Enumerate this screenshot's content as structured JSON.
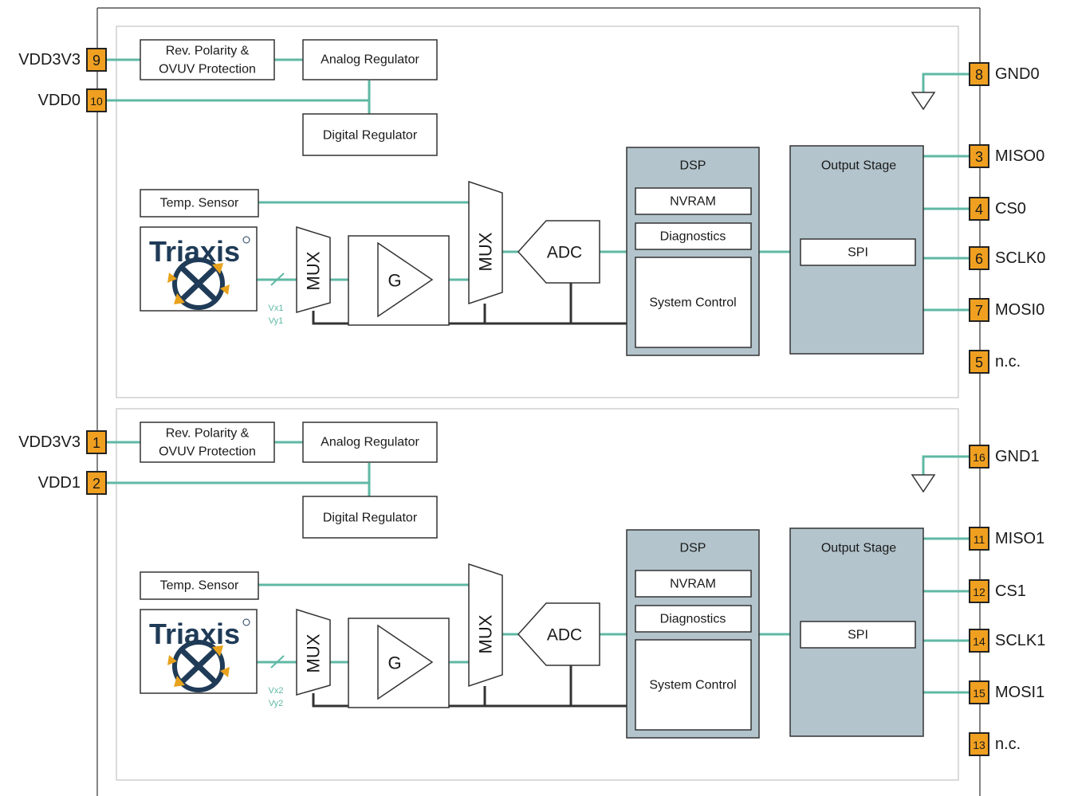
{
  "colors": {
    "wire": "#5fb8a4",
    "pin_fill": "#f0a020",
    "block_grey": "#b3c4cc",
    "logo_navy": "#1f3b57",
    "logo_orange": "#e8a21c"
  },
  "channels": [
    {
      "rev_polarity": [
        "Rev. Polarity &",
        "OVUV Protection"
      ],
      "analog_regulator": "Analog Regulator",
      "digital_regulator": "Digital Regulator",
      "temp_sensor": "Temp. Sensor",
      "logo": "Triaxis",
      "vx": "Vx1",
      "vy": "Vy1",
      "mux": "MUX",
      "gain": "G",
      "adc": "ADC",
      "dsp": "DSP",
      "nvram": "NVRAM",
      "diagnostics": "Diagnostics",
      "system_control": "System Control",
      "output_stage": "Output Stage",
      "spi": "SPI",
      "pins_left": [
        {
          "label": "VDD3V3",
          "num": "9"
        },
        {
          "label": "VDD0",
          "num": "10"
        }
      ],
      "pin_gnd": {
        "label": "GND0",
        "num": "8"
      },
      "pins_right": [
        {
          "label": "MISO0",
          "num": "3"
        },
        {
          "label": "CS0",
          "num": "4"
        },
        {
          "label": "SCLK0",
          "num": "6"
        },
        {
          "label": "MOSI0",
          "num": "7"
        },
        {
          "label": "n.c.",
          "num": "5"
        }
      ]
    },
    {
      "rev_polarity": [
        "Rev. Polarity &",
        "OVUV Protection"
      ],
      "analog_regulator": "Analog Regulator",
      "digital_regulator": "Digital Regulator",
      "temp_sensor": "Temp. Sensor",
      "logo": "Triaxis",
      "vx": "Vx2",
      "vy": "Vy2",
      "mux": "MUX",
      "gain": "G",
      "adc": "ADC",
      "dsp": "DSP",
      "nvram": "NVRAM",
      "diagnostics": "Diagnostics",
      "system_control": "System Control",
      "output_stage": "Output Stage",
      "spi": "SPI",
      "pins_left": [
        {
          "label": "VDD3V3",
          "num": "1"
        },
        {
          "label": "VDD1",
          "num": "2"
        }
      ],
      "pin_gnd": {
        "label": "GND1",
        "num": "16"
      },
      "pins_right": [
        {
          "label": "MISO1",
          "num": "11"
        },
        {
          "label": "CS1",
          "num": "12"
        },
        {
          "label": "SCLK1",
          "num": "14"
        },
        {
          "label": "MOSI1",
          "num": "15"
        },
        {
          "label": "n.c.",
          "num": "13"
        }
      ]
    }
  ]
}
